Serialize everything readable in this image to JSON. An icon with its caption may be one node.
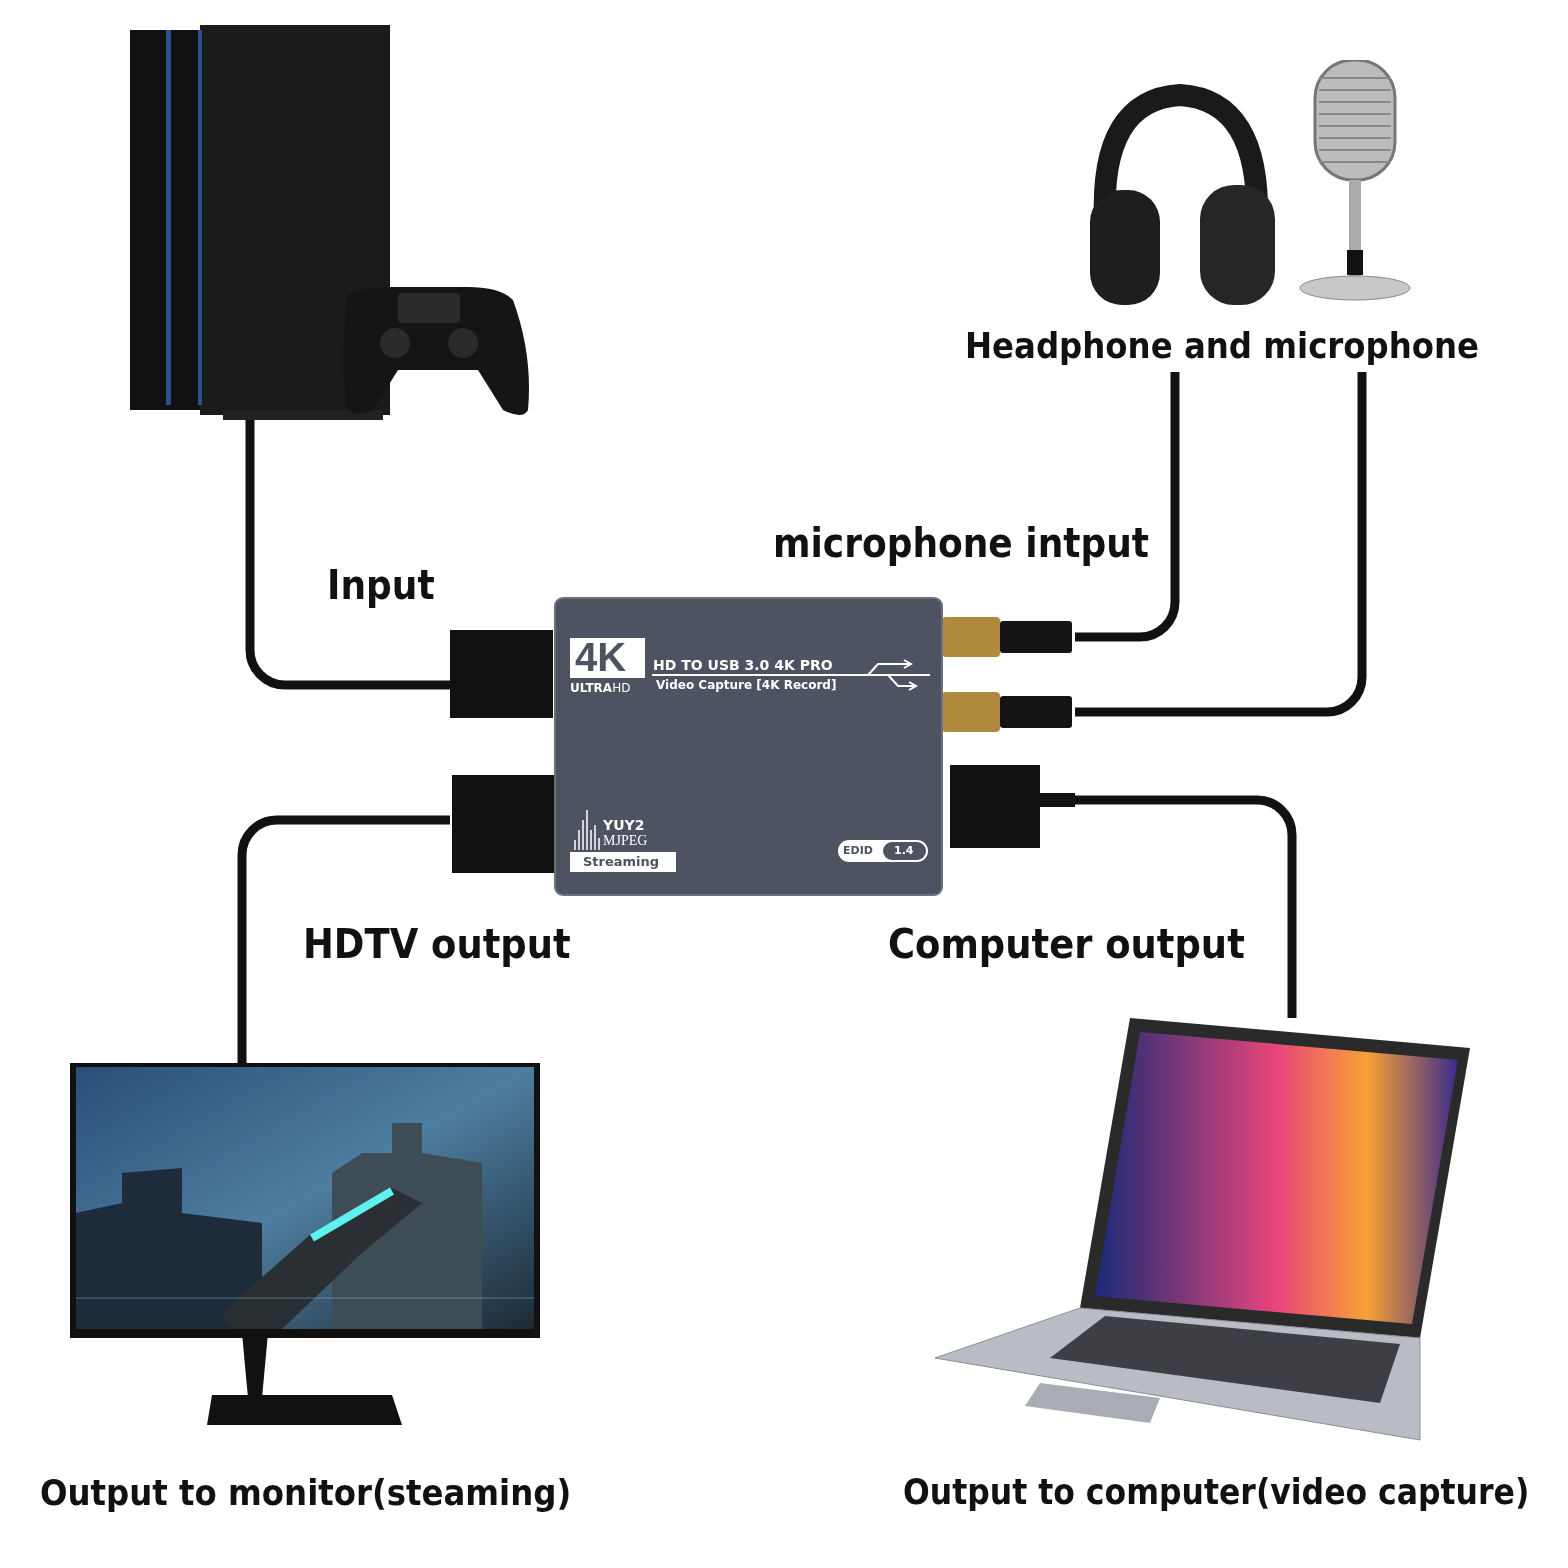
{
  "diagram": {
    "nodes": [
      {
        "text": [],
        "shape": "picture"
      },
      {
        "text": [
          "Headphone and microphone"
        ]
      },
      {
        "text": [],
        "shape": "picture",
        "in": 1
      },
      {
        "text": [],
        "shape": "picture",
        "in": 1
      },
      {
        "text": [
          "4K",
          "**ULTRA**HD",
          "HD TO USB 3.0 4K PRO",
          "Video Capture [4K Record]",
          "YUY2",
          "MJPEG",
          "Streaming",
          "EDID",
          "1.4"
        ]
      },
      {
        "text": [],
        "shape": "picture"
      },
      {
        "text": [],
        "shape": "picture"
      }
    ],
    "edges": [
      {
        "from": 0,
        "to": 4,
        "arrow": "none"
      },
      {
        "from": 1,
        "to": 4,
        "arrow": "none"
      },
      {
        "from": 1,
        "to": 4,
        "arrow": "none"
      },
      {
        "from": 4,
        "to": 5,
        "arrow": "none"
      },
      {
        "from": 4,
        "to": 6,
        "arrow": "none"
      }
    ],
    "labels": [
      "microphone intput",
      "Input",
      "HDTV output",
      "Computer output",
      "Output to monitor(steaming)",
      "Output to computer(video capture)"
    ]
  }
}
